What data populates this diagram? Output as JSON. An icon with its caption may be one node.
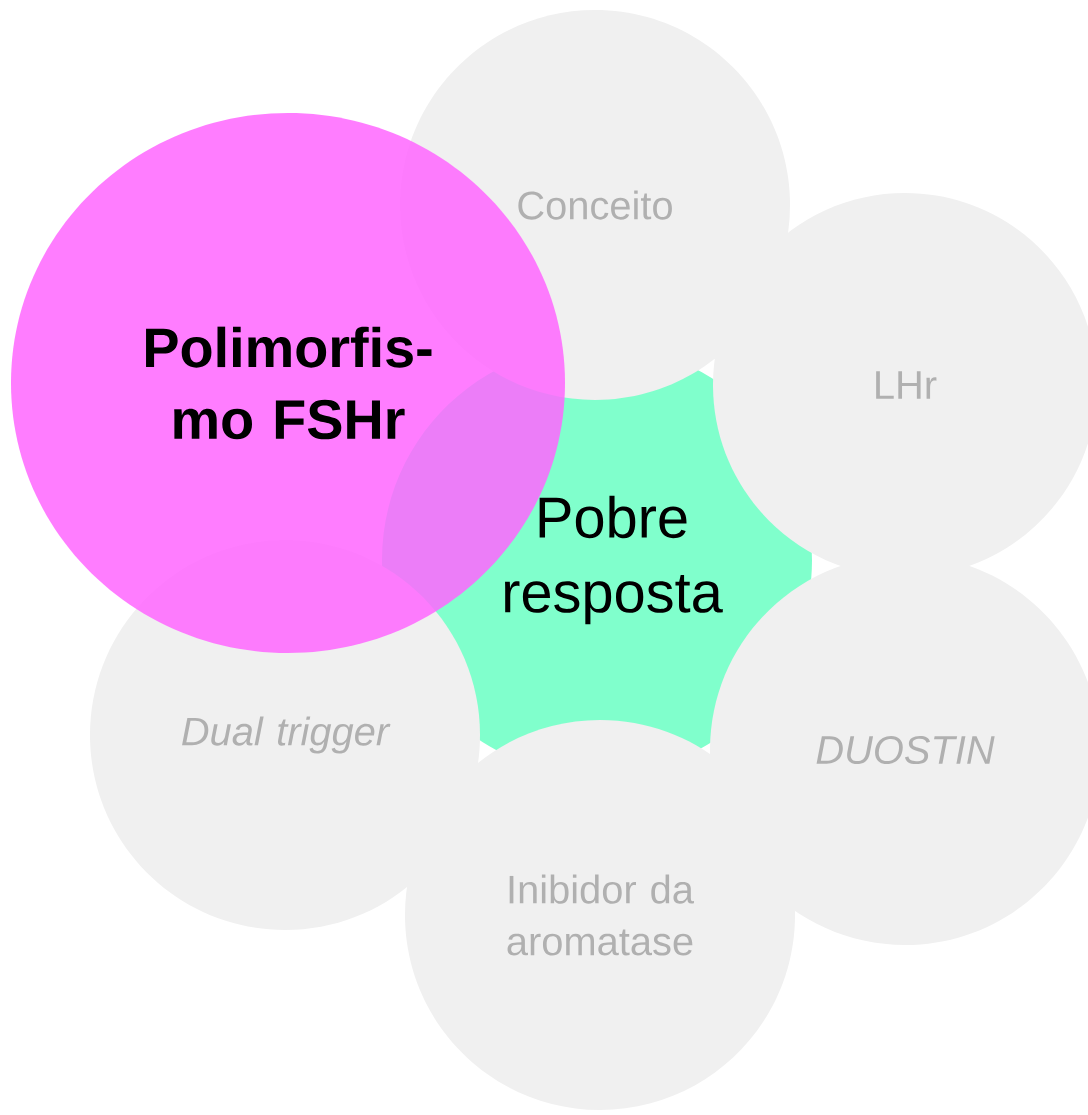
{
  "diagram": {
    "nodes": [
      {
        "text": [
          "Polimorfis- mo FSHr"
        ]
      },
      {
        "text": [
          "Conceito"
        ]
      },
      {
        "text": [
          "LHr"
        ]
      },
      {
        "text": [
          "Pobre resposta"
        ]
      },
      {
        "text": [
          "Dual trigger"
        ]
      },
      {
        "text": [
          "DUOSTIN"
        ]
      },
      {
        "text": [
          "Inibidor da aromatase"
        ]
      }
    ]
  }
}
